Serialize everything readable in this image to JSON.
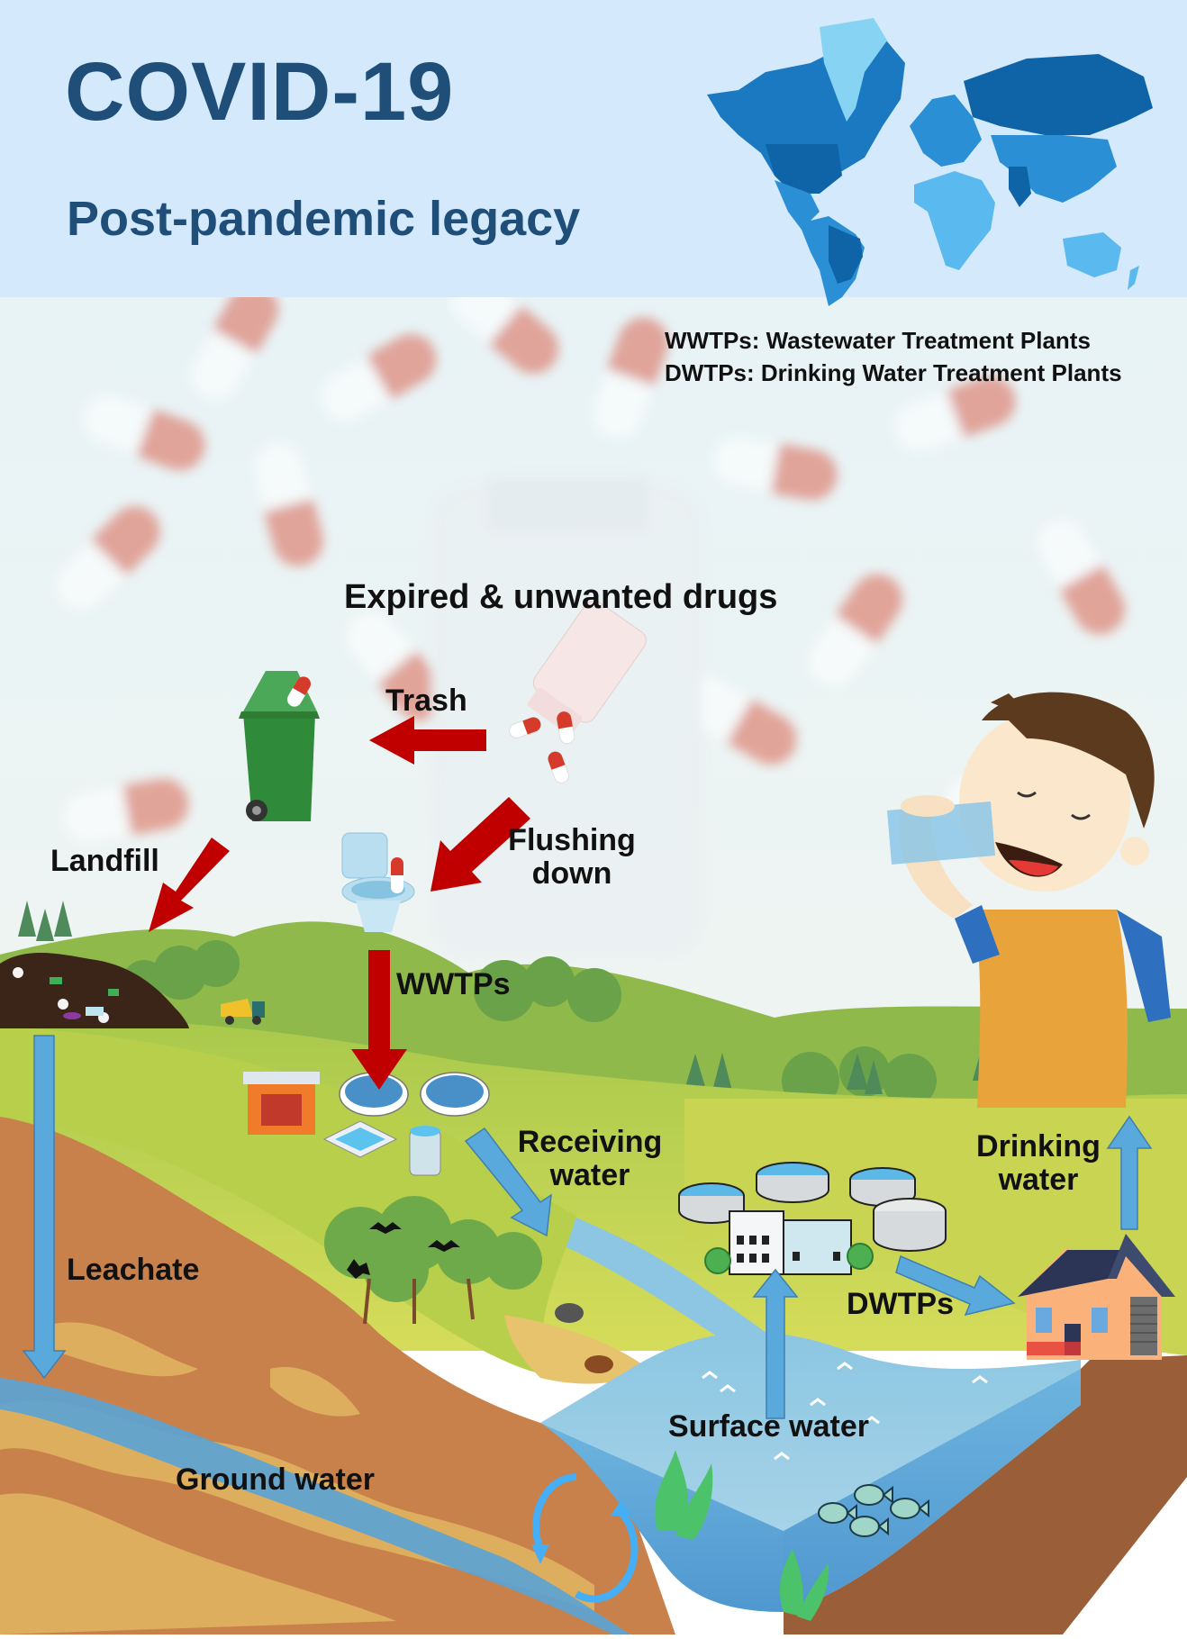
{
  "header": {
    "title": "COVID-19",
    "subtitle": "Post-pandemic legacy",
    "map_icon": "world-map-icon"
  },
  "legend": {
    "lines": [
      "WWTPs: Wastewater Treatment Plants",
      "DWTPs: Drinking Water Treatment Plants"
    ]
  },
  "labels": {
    "source": "Expired & unwanted drugs",
    "trash": "Trash",
    "flushing_line1": "Flushing",
    "flushing_line2": "down",
    "landfill": "Landfill",
    "wwtps": "WWTPs",
    "receiving_line1": "Receiving",
    "receiving_line2": "water",
    "leachate": "Leachate",
    "ground_water": "Ground water",
    "surface_water": "Surface water",
    "dwtps": "DWTPs",
    "drinking_line1": "Drinking",
    "drinking_line2": "water"
  },
  "colors": {
    "title_blue": "#1f4e79",
    "header_bg": "#d4e9fb",
    "red_arrow": "#c00000",
    "blue_arrow": "#5aa9dc",
    "grass": "#b9cf4a",
    "soil": "#c8814a",
    "sand": "#dcae5e",
    "water": "#5aa3d6"
  }
}
